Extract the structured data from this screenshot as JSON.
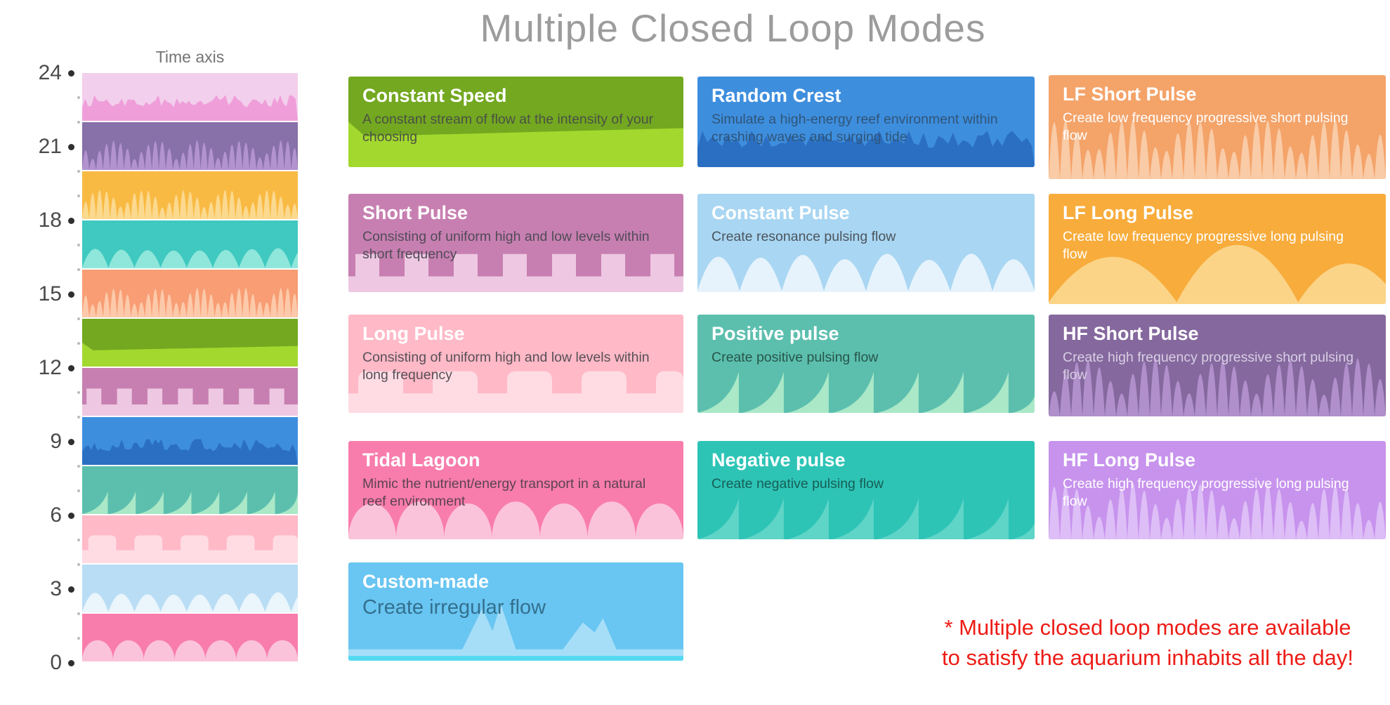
{
  "title": "Multiple Closed Loop Modes",
  "timeline": {
    "label": "Time axis",
    "tick_labels": [
      "24",
      "21",
      "18",
      "15",
      "12",
      "9",
      "6",
      "3",
      "0"
    ],
    "strips": [
      {
        "wave": "jagged",
        "bg": "#f2cfec",
        "wave_color": "#ef9ed9"
      },
      {
        "wave": "spikes",
        "bg": "#8870a8",
        "wave_color": "#b293cf"
      },
      {
        "wave": "spikes",
        "bg": "#f9ba43",
        "wave_color": "#fbd98f"
      },
      {
        "wave": "bumps",
        "bg": "#3fc9c0",
        "wave_color": "#8fe6da"
      },
      {
        "wave": "spikes",
        "bg": "#f89d74",
        "wave_color": "#fccaaa"
      },
      {
        "wave": "constant",
        "bg": "#73a820",
        "wave_color": "#a3d82e"
      },
      {
        "wave": "square",
        "bg": "#c77fb1",
        "wave_color": "#eec8e2"
      },
      {
        "wave": "jagged",
        "bg": "#3e8ede",
        "wave_color": "#2b6fc2"
      },
      {
        "wave": "fins",
        "bg": "#5cbfae",
        "wave_color": "#aae8c7"
      },
      {
        "wave": "round-square",
        "bg": "#ffb9c7",
        "wave_color": "#ffdce4"
      },
      {
        "wave": "bumps",
        "bg": "#b9ddf4",
        "wave_color": "#eaf5fc"
      },
      {
        "wave": "scallops",
        "bg": "#f87dac",
        "wave_color": "#fbc3da"
      }
    ]
  },
  "columns": [
    {
      "cards": [
        {
          "id": "constant-speed",
          "title": "Constant Speed",
          "desc": "A constant stream of flow at the intensity of your choosing",
          "bg": "#73a820",
          "wave": "constant",
          "wave_color": "#a3d82e",
          "title_color": "#ffffff",
          "desc_color": "#4b5145"
        },
        {
          "id": "short-pulse",
          "title": "Short Pulse",
          "desc": "Consisting of uniform high and low levels within short frequency",
          "bg": "#c77fb1",
          "wave": "square",
          "wave_color": "#eec8e2",
          "title_color": "#ffffff",
          "desc_color": "#514b57"
        },
        {
          "id": "long-pulse",
          "title": "Long Pulse",
          "desc": "Consisting of uniform high and low levels within long frequency",
          "bg": "#ffb9c7",
          "wave": "round-square",
          "wave_color": "#ffdce4",
          "title_color": "#ffffff",
          "desc_color": "#575057"
        },
        {
          "id": "tidal-lagoon",
          "title": "Tidal Lagoon",
          "desc": "Mimic the nutrient/energy transport in a natural reef environment",
          "bg": "#f87dac",
          "wave": "scallops",
          "wave_color": "#fbc3da",
          "title_color": "#ffffff",
          "desc_color": "#5c4350"
        },
        {
          "id": "custom-made",
          "title": "Custom-made",
          "desc": "Create irregular flow",
          "bg": "#69c5f1",
          "wave": "custom",
          "wave_color": "#a6def8",
          "accent": "#55d9f1",
          "title_color": "#ffffff",
          "desc_color": "#33708f"
        }
      ]
    },
    {
      "cards": [
        {
          "id": "random-crest",
          "title": "Random Crest",
          "desc": "Simulate a high-energy reef environment within crashing waves and surging tide",
          "bg": "#3e8ede",
          "wave": "jagged",
          "wave_color": "#2b6fc2",
          "title_color": "#ffffff",
          "desc_color": "#2f5578"
        },
        {
          "id": "constant-pulse",
          "title": "Constant Pulse",
          "desc": "Create resonance pulsing flow",
          "bg": "#a9d6f2",
          "wave": "bumps",
          "wave_color": "#e6f3fc",
          "title_color": "#ffffff",
          "desc_color": "#4b555e"
        },
        {
          "id": "positive-pulse",
          "title": "Positive pulse",
          "desc": "Create positive pulsing flow",
          "bg": "#5cbfae",
          "wave": "fins",
          "wave_color": "#aae8c7",
          "title_color": "#ffffff",
          "desc_color": "#27564a"
        },
        {
          "id": "negative-pulse",
          "title": "Negative pulse",
          "desc": "Create negative pulsing flow",
          "bg": "#2dc4b6",
          "wave": "fins",
          "wave_color": "#5fd5c7",
          "title_color": "#ffffff",
          "desc_color": "#175e55"
        }
      ]
    },
    {
      "cards": [
        {
          "id": "lf-short-pulse",
          "title": "LF Short Pulse",
          "desc": "Create low frequency progressive short pulsing flow",
          "bg": "#f4a369",
          "wave": "spikes",
          "wave_color": "#f9cba6",
          "title_color": "#ffffff",
          "desc_color": "#ffffff"
        },
        {
          "id": "lf-long-pulse",
          "title": "LF Long Pulse",
          "desc": "Create low frequency progressive long pulsing flow",
          "bg": "#f8ac3b",
          "wave": "mounds",
          "wave_color": "#fbd488",
          "title_color": "#ffffff",
          "desc_color": "#ffffff"
        },
        {
          "id": "hf-short-pulse",
          "title": "HF Short Pulse",
          "desc": "Create high frequency progressive short pulsing flow",
          "bg": "#85689e",
          "wave": "spikes",
          "wave_color": "#b08fcb",
          "title_color": "#ffffff",
          "desc_color": "#d9cfe4"
        },
        {
          "id": "hf-long-pulse",
          "title": "HF Long Pulse",
          "desc": "Create high frequency progressive long pulsing flow",
          "bg": "#c793ed",
          "wave": "spikes",
          "wave_color": "#ddbef6",
          "title_color": "#ffffff",
          "desc_color": "#ffffff"
        }
      ]
    }
  ],
  "footnote": {
    "line1": "* Multiple closed loop modes are available",
    "line2": "to satisfy the aquarium inhabits all the day!",
    "color": "#ed1c16"
  }
}
